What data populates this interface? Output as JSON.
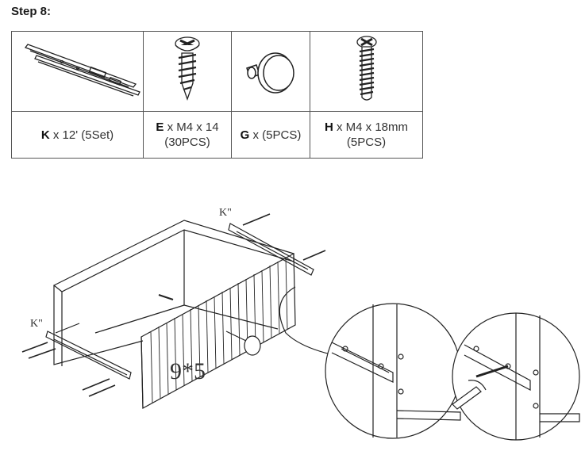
{
  "step_title": "Step 8:",
  "parts": [
    {
      "code": "K",
      "spec": "x 12' (5Set)",
      "qty": "",
      "icon": "drawer-slide-rails-icon"
    },
    {
      "code": "E",
      "spec": "x M4 x 14",
      "qty": "(30PCS)",
      "icon": "short-screw-icon"
    },
    {
      "code": "G",
      "spec": "x (5PCS)",
      "qty": "",
      "icon": "knob-icon"
    },
    {
      "code": "H",
      "spec": "x M4 x 18mm",
      "qty": "(5PCS)",
      "icon": "long-screw-icon"
    }
  ],
  "diagram": {
    "label_top": "K\"",
    "label_left": "K\"",
    "drawer_mark": "9*5"
  }
}
